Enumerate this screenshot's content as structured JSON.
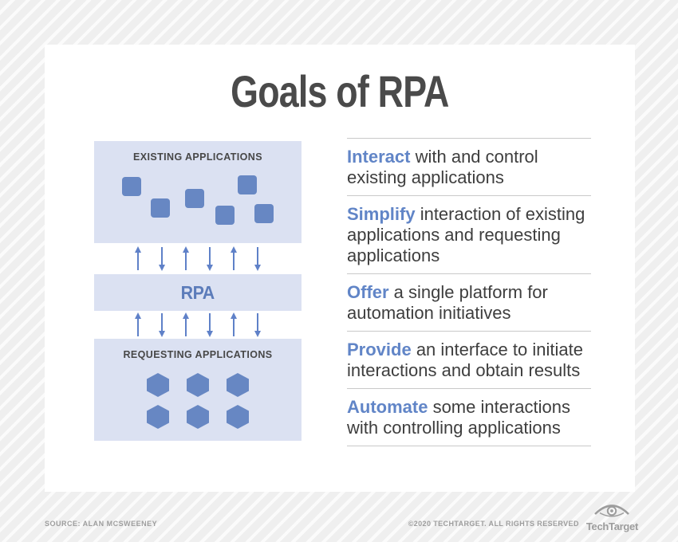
{
  "title": "Goals of RPA",
  "diagram": {
    "existing_label": "EXISTING APPLICATIONS",
    "rpa_label": "RPA",
    "requesting_label": "REQUESTING APPLICATIONS",
    "icons": {
      "existing_app": "rounded-square",
      "requesting_app": "hexagon",
      "flow": "up-down-arrows"
    }
  },
  "goals": [
    {
      "lead": "Interact",
      "rest": " with and control existing applications"
    },
    {
      "lead": "Simplify",
      "rest": " interaction of existing applications and requesting applications"
    },
    {
      "lead": "Offer",
      "rest": " a single platform for automation initiatives"
    },
    {
      "lead": "Provide",
      "rest": " an interface to initiate interactions and obtain results"
    },
    {
      "lead": "Automate",
      "rest": " some interactions with controlling applications"
    }
  ],
  "footer": {
    "source": "SOURCE: ALAN MCSWEENEY",
    "copyright": "©2020 TECHTARGET. ALL RIGHTS RESERVED",
    "brand": "TechTarget"
  },
  "colors": {
    "accent_text": "#6185c7",
    "arrow": "#5f81c8",
    "shape_fill": "#6787c3",
    "box_background": "#dbe1f2",
    "body_text": "#3e3e3e",
    "title_text": "#4a4a4a",
    "divider": "#c9c9c9",
    "footer_text": "#9d9d9d"
  }
}
